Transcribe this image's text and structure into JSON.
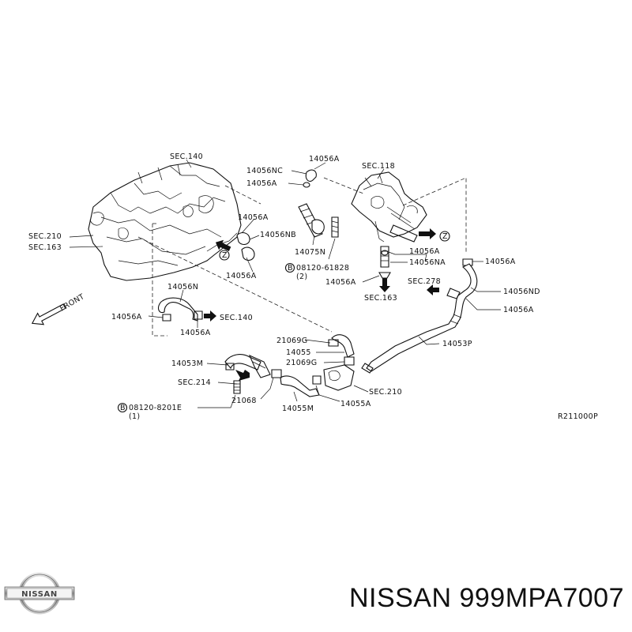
{
  "diagram": {
    "labels": {
      "sec140_top": "SEC.140",
      "sec118": "SEC.118",
      "p14056a_top": "14056A",
      "p14056nc": "14056NC",
      "p14056a_left": "14056A",
      "p14056a_mid": "14056A",
      "p14056nb": "14056NB",
      "p14056a_low": "14056A",
      "p14075n": "14075N",
      "bolt_08120_61828": "08120-61828",
      "qty_2": "(2)",
      "p14056a_r1": "14056A",
      "p14056na": "14056NA",
      "p14056a_r2": "14056A",
      "sec163_right": "SEC.163",
      "sec278": "SEC.278",
      "p14056a_far": "14056A",
      "p14056nd": "14056ND",
      "p14056a_far2": "14056A",
      "sec210_left": "SEC.210",
      "sec163_left": "SEC.163",
      "p14056n": "14056N",
      "p14056a_clamp": "14056A",
      "sec140_low": "SEC.140",
      "p14056a_below": "14056A",
      "front": "FRONT",
      "p21069g_a": "21069G",
      "p14055": "14055",
      "p21069g_b": "21069G",
      "p14053p": "14053P",
      "p14053m": "14053M",
      "sec214": "SEC.214",
      "sec210_low": "SEC.210",
      "p21068": "21068",
      "p14055m": "14055M",
      "p14055a": "14055A",
      "bolt_08120_8201e": "08120-8201E",
      "qty_1": "(1)",
      "bolt_mark": "B",
      "view_z": "Z",
      "ref_code": "R211000P"
    }
  },
  "footer": {
    "brand": "NISSAN",
    "product_title": "NISSAN 999MPA7007"
  }
}
